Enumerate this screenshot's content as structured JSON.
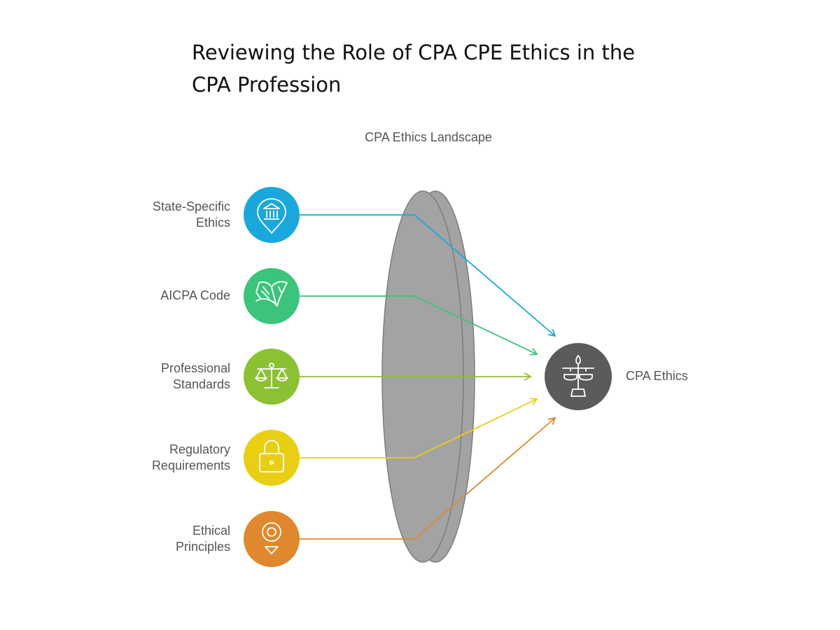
{
  "title": {
    "line1": "Reviewing the Role of CPA CPE Ethics in the",
    "line2": "CPA Profession"
  },
  "caption": "CPA Ethics Landscape",
  "target": {
    "label": "CPA Ethics",
    "color": "#5b5b5b",
    "icon": "scales-icon"
  },
  "lens": {
    "color": "#a3a3a3",
    "edge_color": "#7d7d7d"
  },
  "sources": [
    {
      "label_lines": [
        "State-Specific",
        "Ethics"
      ],
      "color": "#1aa8dc",
      "icon": "museum-pin-icon"
    },
    {
      "label_lines": [
        "AICPA Code"
      ],
      "color": "#3cc47c",
      "icon": "book-pages-icon"
    },
    {
      "label_lines": [
        "Professional",
        "Standards"
      ],
      "color": "#8bc133",
      "icon": "balance-icon"
    },
    {
      "label_lines": [
        "Regulatory",
        "Requirements"
      ],
      "color": "#e8cf14",
      "icon": "padlock-icon"
    },
    {
      "label_lines": [
        "Ethical",
        "Principles"
      ],
      "color": "#e0882d",
      "icon": "target-pin-icon"
    }
  ]
}
